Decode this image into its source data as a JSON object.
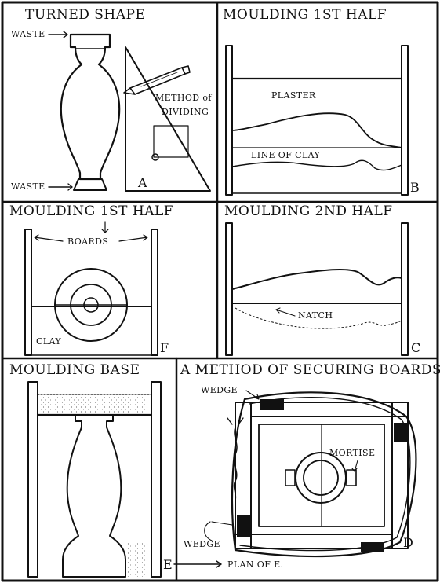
{
  "figures": {
    "turned_shape": {
      "heading": "TURNED SHAPE",
      "waste_top": "WASTE",
      "waste_bottom": "WASTE",
      "method_line1": "METHOD of",
      "method_line2": "DIVIDING",
      "letter": "A"
    },
    "moulding_first_half_b": {
      "heading": "MOULDING 1ST HALF",
      "plaster": "PLASTER",
      "line_of_clay": "LINE OF CLAY",
      "letter": "B"
    },
    "moulding_first_half_f": {
      "heading": "MOULDING 1ST HALF",
      "boards": "BOARDS",
      "clay": "CLAY",
      "letter": "F"
    },
    "moulding_second_half": {
      "heading": "MOULDING 2ND HALF",
      "natch": "NATCH",
      "letter": "C"
    },
    "moulding_base": {
      "heading": "MOULDING BASE",
      "letter": "E"
    },
    "securing_boards": {
      "heading": "A METHOD OF SECURING BOARDS.",
      "wedge_top": "WEDGE",
      "wedge_bottom": "WEDGE",
      "mortise": "MORTISE",
      "plan_of_e": "PLAN OF E.",
      "letter": "D"
    }
  }
}
